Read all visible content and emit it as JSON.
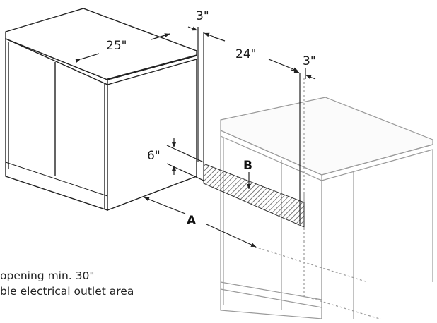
{
  "dimensions": {
    "cabinet_width": "25\"",
    "gap_left": "3\"",
    "opening_width": "24\"",
    "gap_right": "3\"",
    "outlet_height": "6\""
  },
  "callouts": {
    "a": "A",
    "b": "B"
  },
  "legend": {
    "line_a": "opening min. 30\"",
    "line_b": "ble electrical outlet area"
  },
  "colors": {
    "line": "#222222",
    "ghost_line": "#9a9a9a",
    "hatch": "#555555"
  }
}
